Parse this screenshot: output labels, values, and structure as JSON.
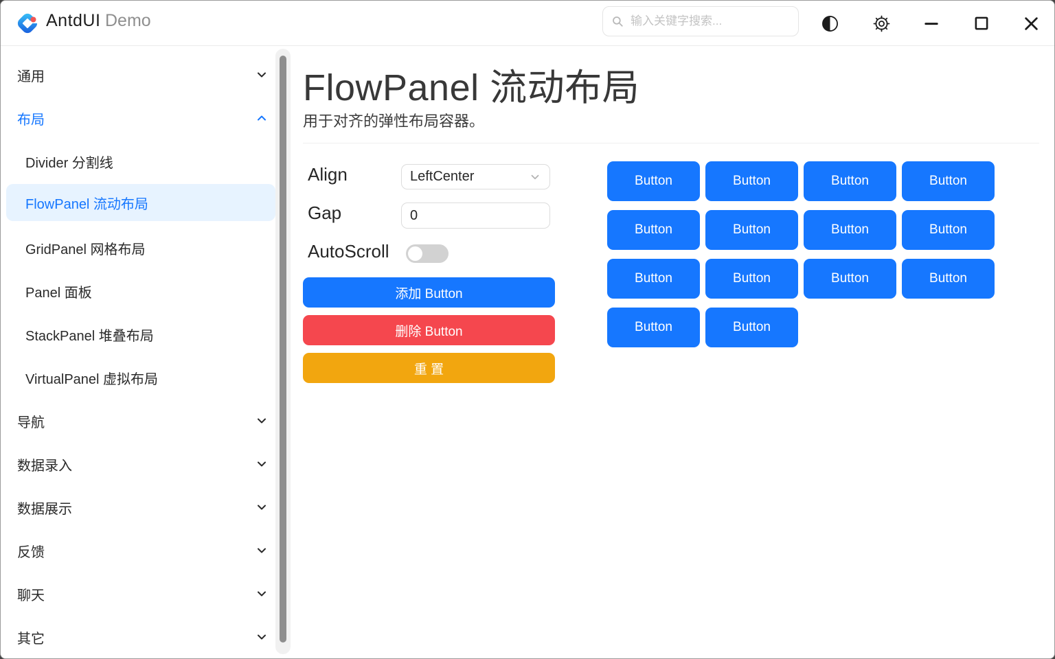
{
  "titlebar": {
    "app_name": "AntdUI",
    "app_suffix": "Demo",
    "search": {
      "placeholder": "输入关键字搜索...",
      "value": ""
    },
    "icons": [
      "theme-contrast-icon",
      "settings-gear-icon",
      "minimize-icon",
      "maximize-icon",
      "close-icon"
    ]
  },
  "sidebar": {
    "groups": [
      {
        "label": "通用",
        "state": "collapsed"
      },
      {
        "label": "布局",
        "state": "expanded",
        "children": [
          {
            "label": "Divider 分割线",
            "selected": false
          },
          {
            "label": "FlowPanel 流动布局",
            "selected": true
          },
          {
            "label": "GridPanel 网格布局",
            "selected": false
          },
          {
            "label": "Panel 面板",
            "selected": false
          },
          {
            "label": "StackPanel 堆叠布局",
            "selected": false
          },
          {
            "label": "VirtualPanel 虚拟布局",
            "selected": false
          }
        ]
      },
      {
        "label": "导航",
        "state": "collapsed"
      },
      {
        "label": "数据录入",
        "state": "collapsed"
      },
      {
        "label": "数据展示",
        "state": "collapsed"
      },
      {
        "label": "反馈",
        "state": "collapsed"
      },
      {
        "label": "聊天",
        "state": "collapsed"
      },
      {
        "label": "其它",
        "state": "collapsed"
      }
    ]
  },
  "main": {
    "title": "FlowPanel 流动布局",
    "subtitle": "用于对齐的弹性布局容器。",
    "controls": {
      "align_label": "Align",
      "align_value": "LeftCenter",
      "gap_label": "Gap",
      "gap_value": "0",
      "autoscroll_label": "AutoScroll",
      "autoscroll_state": "off"
    },
    "actions": {
      "add_label": "添加 Button",
      "delete_label": "删除 Button",
      "reset_label": "重 置"
    },
    "flow_buttons": [
      "Button",
      "Button",
      "Button",
      "Button",
      "Button",
      "Button",
      "Button",
      "Button",
      "Button",
      "Button",
      "Button",
      "Button",
      "Button",
      "Button"
    ]
  },
  "colors": {
    "primary": "#1677ff",
    "danger": "#f5474e",
    "warning": "#f2a60f",
    "selected_bg": "#e7f3ff",
    "toggle_off": "#d2d2d2"
  }
}
